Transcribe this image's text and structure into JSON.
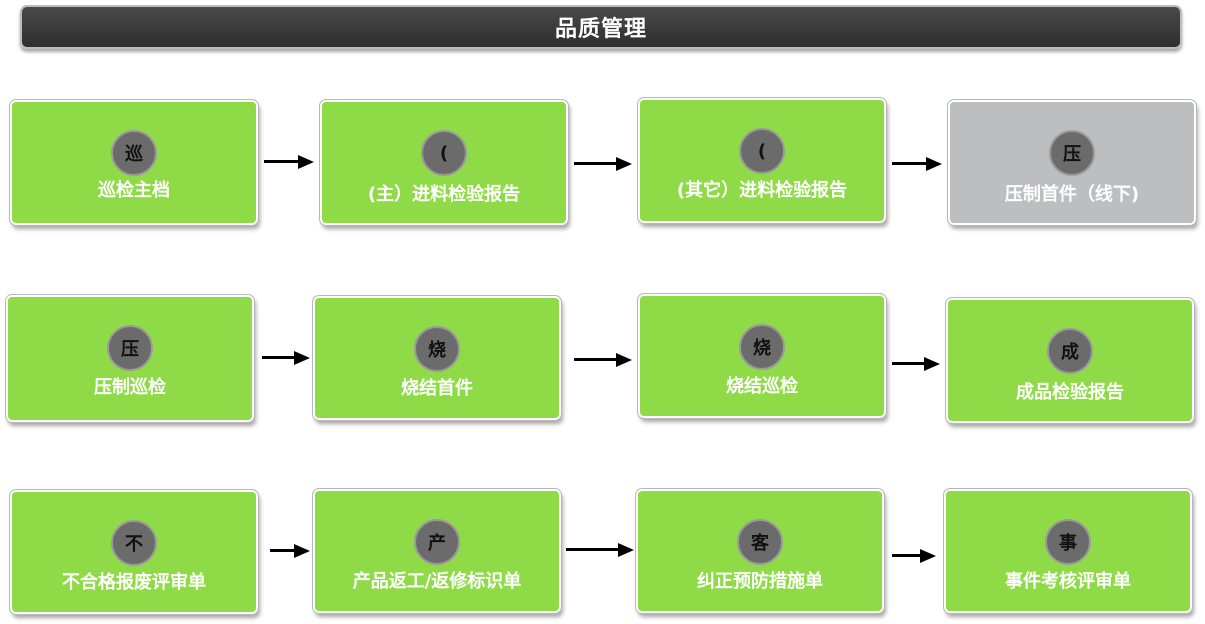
{
  "title": "品质管理",
  "nodes": [
    {
      "badge": "巡",
      "label": "巡检主档"
    },
    {
      "badge": "(",
      "label": "(主）进料检验报告"
    },
    {
      "badge": "(",
      "label": "(其它）进料检验报告"
    },
    {
      "badge": "压",
      "label": "压制首件（线下)"
    },
    {
      "badge": "压",
      "label": "压制巡检"
    },
    {
      "badge": "烧",
      "label": "烧结首件"
    },
    {
      "badge": "烧",
      "label": "烧结巡检"
    },
    {
      "badge": "成",
      "label": "成品检验报告"
    },
    {
      "badge": "不",
      "label": "不合格报废评审单"
    },
    {
      "badge": "产",
      "label": "产品返工/返修标识单"
    },
    {
      "badge": "客",
      "label": "纠正预防措施单"
    },
    {
      "badge": "事",
      "label": "事件考核评审单"
    }
  ],
  "colors": {
    "node_active": "#8fdb47",
    "node_inactive": "#bdbec0",
    "title_bar": "#333333",
    "badge": "#6b6b6b"
  }
}
